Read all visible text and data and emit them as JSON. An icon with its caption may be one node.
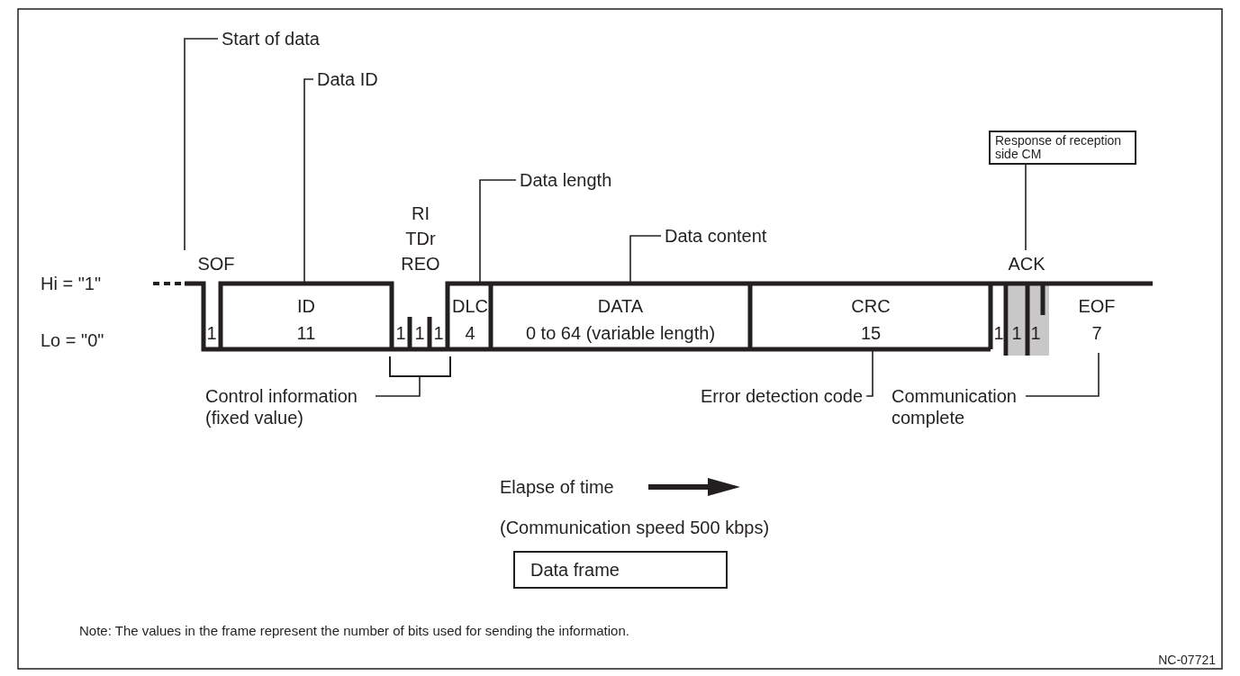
{
  "diagram": {
    "nodes": [
      {
        "text": [
          "Start of data"
        ]
      },
      {
        "text": [
          "SOF",
          "1"
        ]
      },
      {
        "text": [
          "Data ID"
        ]
      },
      {
        "text": [
          "ID",
          "11"
        ]
      },
      {
        "text": [
          "RI TDr REO",
          "1",
          "1",
          "1"
        ]
      },
      {
        "text": [
          "Data length"
        ]
      },
      {
        "text": [
          "DLC",
          "4"
        ]
      },
      {
        "text": [
          "Data content"
        ]
      },
      {
        "text": [
          "DATA",
          "0 to 64 (variable length)"
        ]
      },
      {
        "text": [
          "CRC",
          "15"
        ]
      },
      {
        "text": [
          "Error detection code"
        ]
      },
      {
        "text": [
          "1"
        ]
      },
      {
        "text": [
          "Response of reception side CM"
        ]
      },
      {
        "text": [
          "ACK",
          "1",
          "1"
        ]
      },
      {
        "text": [
          "EOF",
          "7"
        ]
      },
      {
        "text": [
          "Communication complete"
        ]
      },
      {
        "text": [
          "Control information (fixed value)"
        ]
      },
      {
        "text": [
          "Data frame"
        ]
      }
    ],
    "edges": [
      {
        "from": 0,
        "to": 1,
        "arrow": "none"
      },
      {
        "from": 2,
        "to": 3,
        "arrow": "none"
      },
      {
        "from": 5,
        "to": 6,
        "arrow": "none"
      },
      {
        "from": 7,
        "to": 8,
        "arrow": "none"
      },
      {
        "from": 10,
        "to": 9,
        "arrow": "none"
      },
      {
        "from": 12,
        "to": 13,
        "arrow": "none"
      },
      {
        "from": 15,
        "to": 14,
        "arrow": "none"
      },
      {
        "from": 16,
        "to": 4,
        "arrow": "none"
      }
    ],
    "labels": [
      "Hi = \"1\"",
      "Lo = \"0\"",
      "Elapse of time",
      "(Communication speed 500 kbps)",
      "Note: The values in the frame represent the number of bits used for sending the information.",
      "NC-07721"
    ]
  }
}
